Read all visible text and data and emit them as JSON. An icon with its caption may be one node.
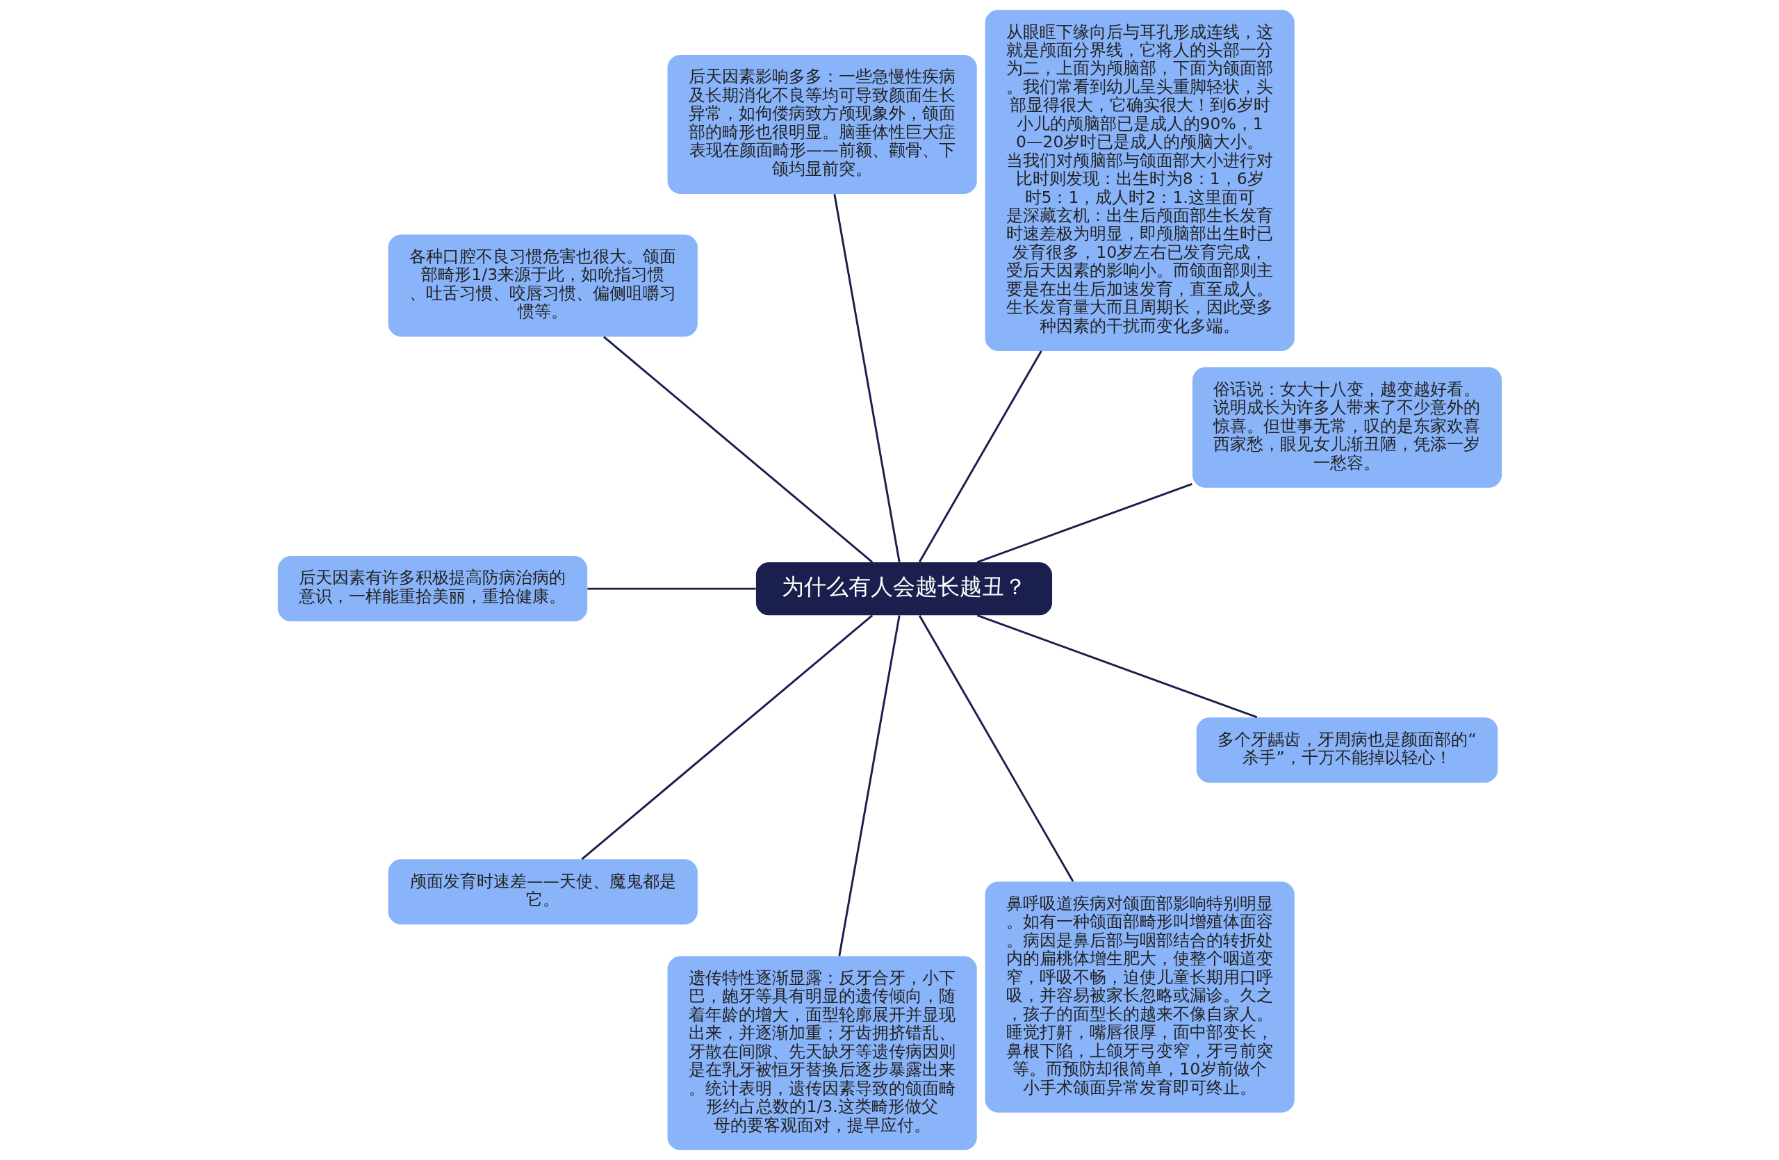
{
  "diagram": {
    "nodes": [
      {
        "text": [
          "为什么有人会越长越丑？"
        ]
      },
      {
        "text": [
          "俗话说：女大十八变，越变越好看。说明成长为许多人带来了不少意外的惊喜。但世事无常，叹的是东家欢喜西家愁，眼见女儿渐丑陋，凭添一岁一愁容。"
        ]
      },
      {
        "text": [
          "从眼眶下缘向后与耳孔形成连线，这就是颅面分界线，它将人的头部一分为二，上面为颅脑部，下面为颌面部。我们常看到幼儿呈头重脚轻状，头部显得很大，它确实很大！到6岁时小儿的颅脑部已是成人的90%，10—20岁时已是成人的颅脑大小。当我们对颅脑部与颌面部大小进行对比时则发现：出生时为8：1，6岁时5：1，成人时2：1.这里面可是深藏玄机：出生后颅面部生长发育时速差极为明显，即颅脑部出生时已发育很多，10岁左右已发育完成，受后天因素的影响小。而颌面部则主要是在出生后加速发育，直至成人。生长发育量大而且周期长，因此受多种因素的干扰而变化多端。"
        ]
      },
      {
        "text": [
          "后天因素影响多多：一些急慢性疾病及长期消化不良等均可导致颜面生长异常，如佝偻病致方颅现象外，颌面部的畸形也很明显。脑垂体性巨大症表现在颜面畸形——前额、颧骨、下颌均显前突。"
        ]
      },
      {
        "text": [
          "各种口腔不良习惯危害也很大。颌面部畸形1/3来源于此，如吮指习惯、吐舌习惯、咬唇习惯、偏侧咀嚼习惯等。"
        ]
      },
      {
        "text": [
          "后天因素有许多积极提高防病治病的意识，一样能重拾美丽，重拾健康。"
        ]
      },
      {
        "text": [
          "颅面发育时速差——天使、魔鬼都是它。"
        ]
      },
      {
        "text": [
          "遗传特性逐渐显露：反牙合牙，小下巴，龅牙等具有明显的遗传倾向，随着年龄的增大，面型轮廓展开并显现出来，并逐渐加重；牙齿拥挤错乱、牙散在间隙、先天缺牙等遗传病因则是在乳牙被恒牙替换后逐步暴露出来。统计表明，遗传因素导致的颌面畸形约占总数的1/3.这类畸形做父母的要客观面对，提早应付。"
        ]
      },
      {
        "text": [
          "鼻呼吸道疾病对颌面部影响特别明显。如有一种颌面部畸形叫增殖体面容。病因是鼻后部与咽部结合的转折处内的扁桃体增生肥大，使整个咽道变窄，呼吸不畅，迫使儿童长期用口呼吸，并容易被家长忽略或漏诊。久之，孩子的面型长的越来不像自家人。睡觉打鼾，嘴唇很厚，面中部变长，鼻根下陷，上颌牙弓变窄，牙弓前突等。而预防却很简单，10岁前做个小手术颌面异常发育即可终止。"
        ]
      },
      {
        "text": [
          "多个牙龋齿，牙周病也是颜面部的“杀手”，千万不能掉以轻心！"
        ]
      }
    ],
    "edges": [
      {
        "from": 0,
        "to": 1,
        "arrow": "none"
      },
      {
        "from": 0,
        "to": 2,
        "arrow": "none"
      },
      {
        "from": 0,
        "to": 3,
        "arrow": "none"
      },
      {
        "from": 0,
        "to": 4,
        "arrow": "none"
      },
      {
        "from": 0,
        "to": 5,
        "arrow": "none"
      },
      {
        "from": 0,
        "to": 6,
        "arrow": "none"
      },
      {
        "from": 0,
        "to": 7,
        "arrow": "none"
      },
      {
        "from": 0,
        "to": 8,
        "arrow": "none"
      },
      {
        "from": 0,
        "to": 9,
        "arrow": "none"
      }
    ]
  }
}
